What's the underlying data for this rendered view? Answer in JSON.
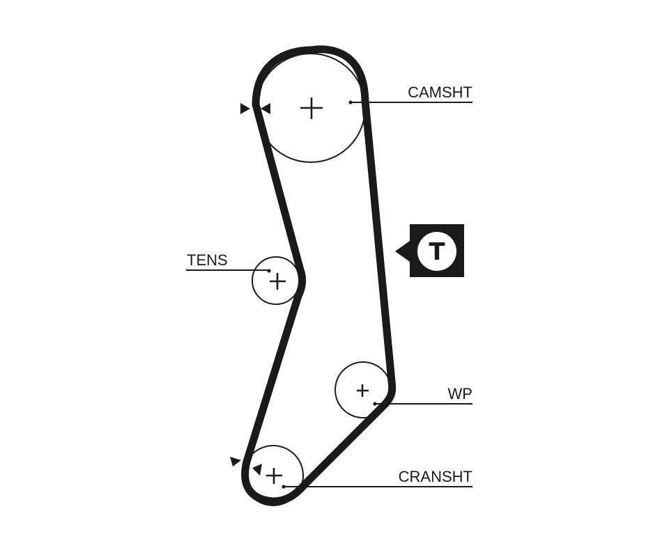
{
  "diagram": {
    "labels": {
      "camshaft": "CAMSHT",
      "tensioner": "TENS",
      "water_pump": "WP",
      "crankshaft": "CRANSHT",
      "tension_symbol": "T"
    },
    "colors": {
      "line": "#1a1a1a",
      "background": "#ffffff",
      "tension_badge_bg": "#1a1a1a",
      "tension_badge_circle": "#ffffff"
    },
    "icons": {
      "timing_marks": "triangle-pointer-icon",
      "pulley_centers": "plus-icon",
      "tension_badge": "tension-t-icon"
    }
  }
}
